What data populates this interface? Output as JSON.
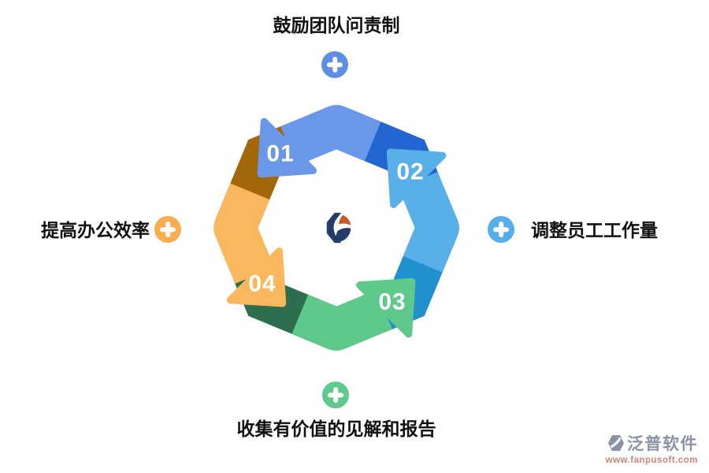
{
  "page": {
    "background": "#ffffff"
  },
  "cycle": {
    "type": "process-cycle",
    "label_color": "#ffffff",
    "steps": [
      {
        "number": "01",
        "band_color": "#6b97e8",
        "fold_color": "#2266d2"
      },
      {
        "number": "02",
        "band_color": "#59b0e8",
        "fold_color": "#2191ce"
      },
      {
        "number": "03",
        "band_color": "#5fc98c",
        "fold_color": "#2d6e4f"
      },
      {
        "number": "04",
        "band_color": "#f9b75e",
        "fold_color": "#a16708"
      }
    ]
  },
  "annotations": {
    "top": {
      "text": "鼓励团队问责制",
      "icon": "plus-icon",
      "icon_color": "#5c8ee3"
    },
    "right": {
      "text": "调整员工工作量",
      "icon": "plus-icon",
      "icon_color": "#56aee8"
    },
    "bottom": {
      "text": "收集有价值的见解和报告",
      "icon": "plus-icon",
      "icon_color": "#5dc98c"
    },
    "left": {
      "text": "提高办公效率",
      "icon": "plus-icon",
      "icon_color": "#f8ad4f"
    }
  },
  "center_logo": {
    "name": "fanpu-logo",
    "navy": "#243c66",
    "orange": "#c85a28"
  },
  "watermark": {
    "brand": "泛普软件",
    "url": "www.fanpusoft.com",
    "brand_color": "#8a93a6",
    "url_color": "#c9857a"
  }
}
